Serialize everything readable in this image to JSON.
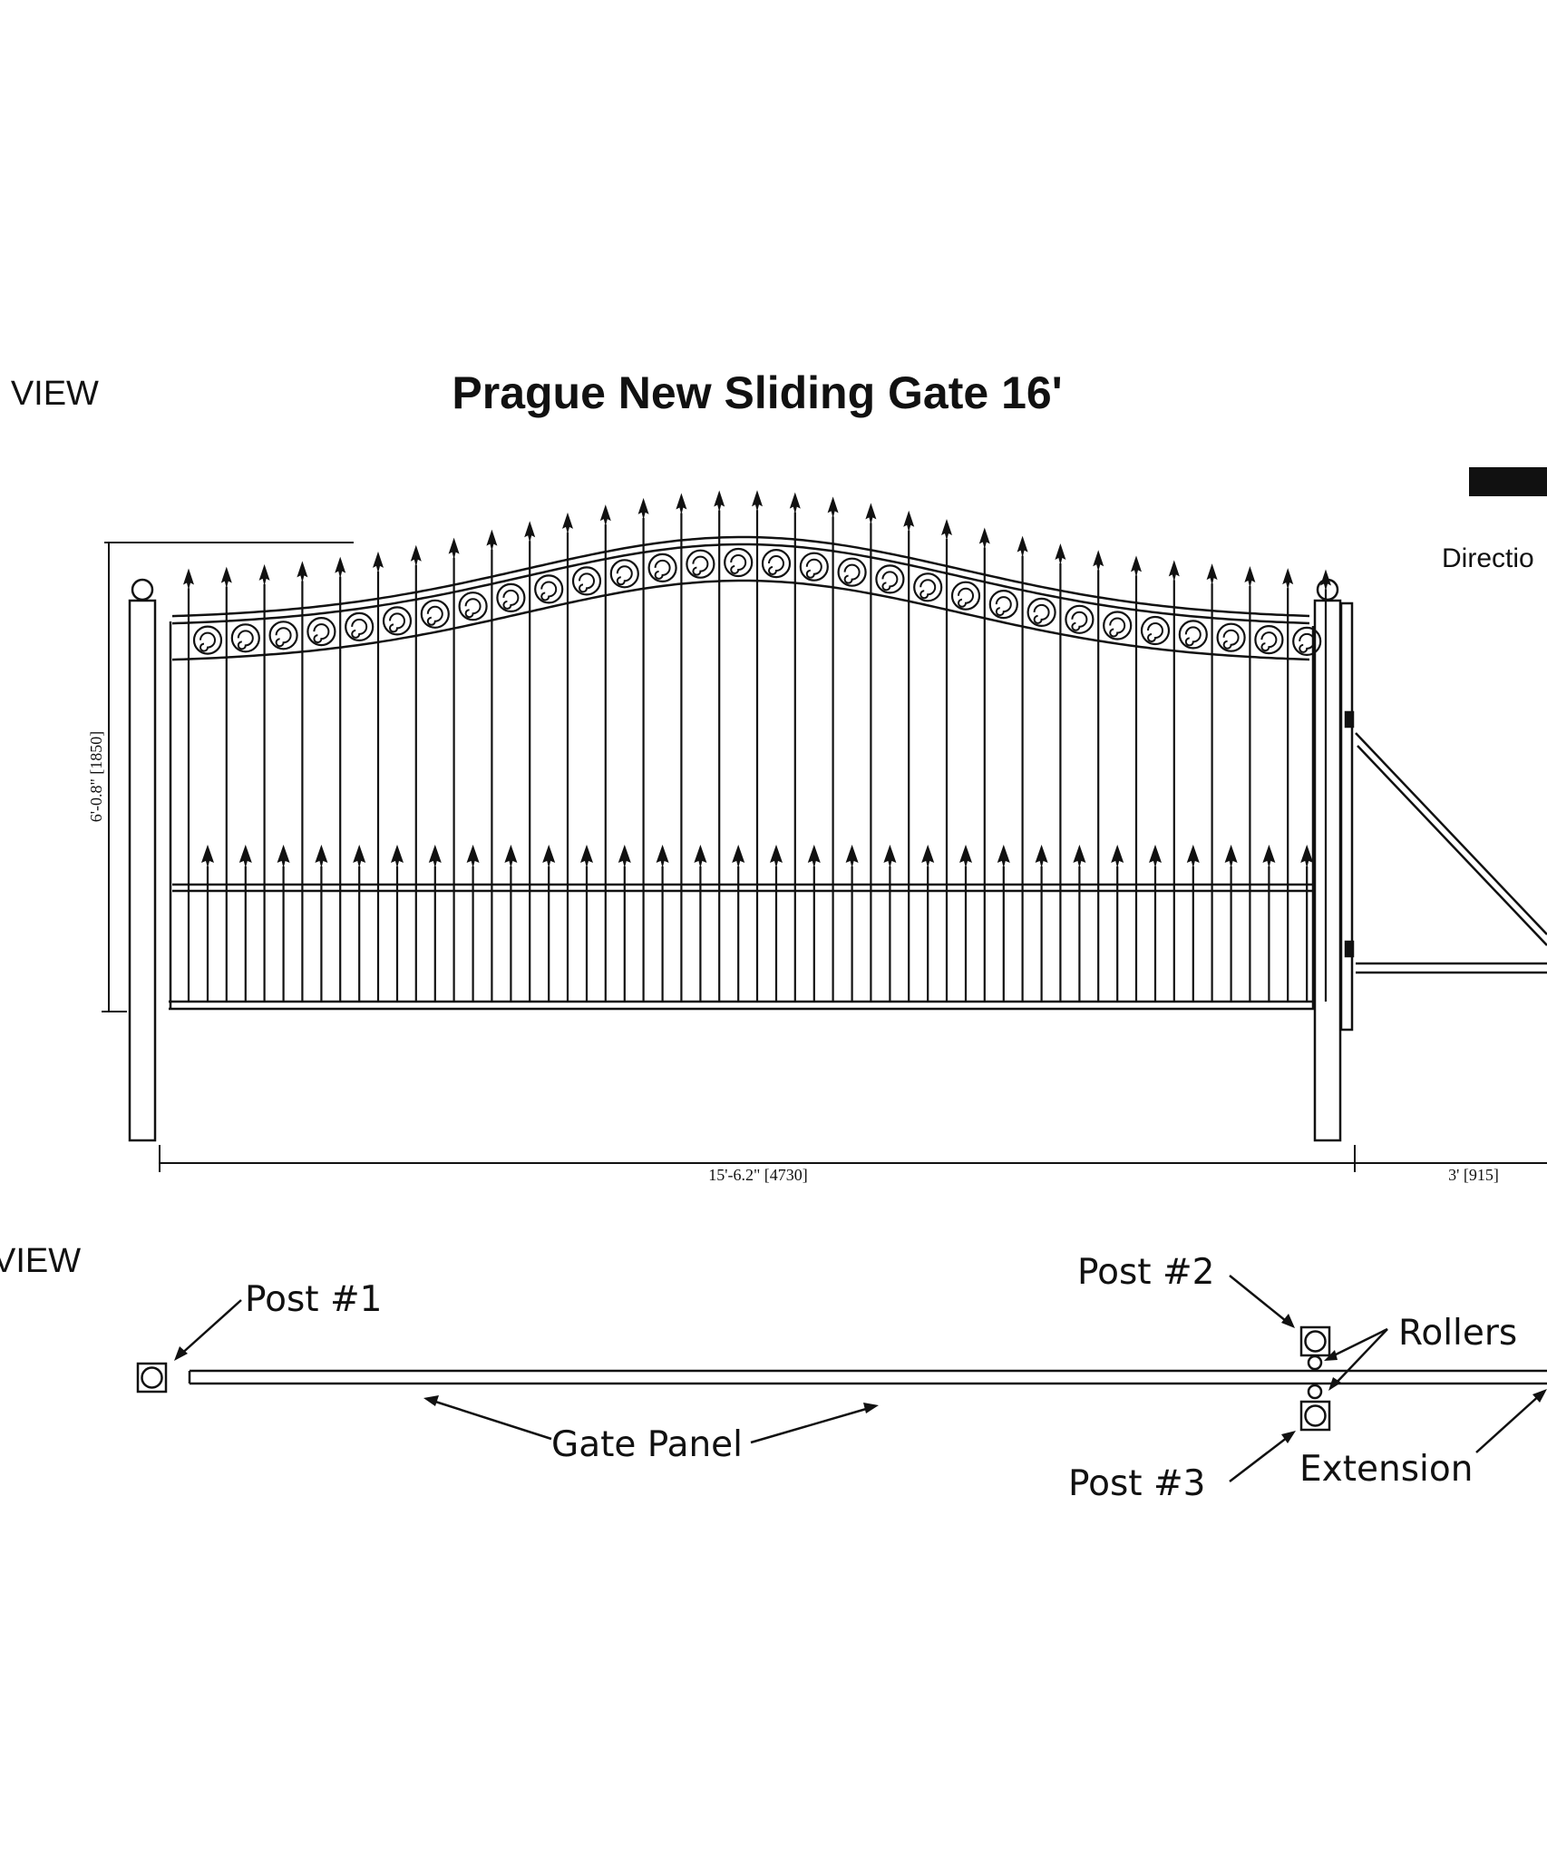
{
  "title": "Prague New Sliding Gate 16'",
  "views": {
    "elevation_label": "' VIEW",
    "plan_label": "VIEW",
    "direction_label": "Directio"
  },
  "dimensions": {
    "height": "6'-0.8\" [1850]",
    "width": "15'-6.2\" [4730]",
    "extension": "3' [915]"
  },
  "callouts": {
    "post1": "Post #1",
    "post2": "Post #2",
    "post3": "Post #3",
    "rollers": "Rollers",
    "gate_panel": "Gate Panel",
    "extension": "Extension"
  },
  "colors": {
    "ink": "#111111",
    "paper": "#ffffff"
  }
}
